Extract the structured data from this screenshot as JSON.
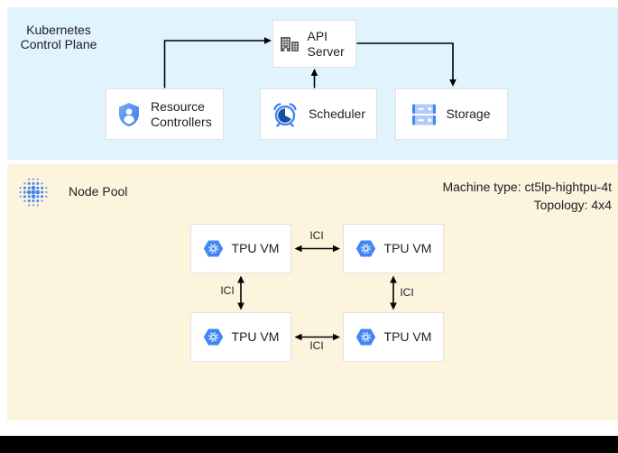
{
  "control_plane": {
    "title": "Kubernetes Control Plane",
    "nodes": [
      {
        "id": "api-server",
        "label": "API Server",
        "icon": "building-icon"
      },
      {
        "id": "resource-controllers",
        "label": "Resource Controllers",
        "icon": "shield-user-icon"
      },
      {
        "id": "scheduler",
        "label": "Scheduler",
        "icon": "alarm-clock-icon"
      },
      {
        "id": "storage",
        "label": "Storage",
        "icon": "server-rack-icon"
      }
    ],
    "edges": [
      {
        "from": "resource-controllers",
        "to": "api-server"
      },
      {
        "from": "scheduler",
        "to": "api-server"
      },
      {
        "from": "api-server",
        "to": "storage"
      }
    ]
  },
  "node_pool": {
    "title": "Node Pool",
    "machine_type_line": "Machine type: ct5lp-hightpu-4t",
    "topology_line": "Topology: 4x4",
    "vms": [
      {
        "label": "TPU VM"
      },
      {
        "label": "TPU VM"
      },
      {
        "label": "TPU VM"
      },
      {
        "label": "TPU VM"
      }
    ],
    "interconnect_labels": [
      {
        "label": "ICI",
        "position": "top"
      },
      {
        "label": "ICI",
        "position": "left"
      },
      {
        "label": "ICI",
        "position": "right"
      },
      {
        "label": "ICI",
        "position": "bottom"
      }
    ],
    "links": [
      {
        "between": [
          "tpu-vm-1",
          "tpu-vm-2"
        ],
        "label": "ICI",
        "bidirectional": true
      },
      {
        "between": [
          "tpu-vm-1",
          "tpu-vm-3"
        ],
        "label": "ICI",
        "bidirectional": true
      },
      {
        "between": [
          "tpu-vm-2",
          "tpu-vm-4"
        ],
        "label": "ICI",
        "bidirectional": true
      },
      {
        "between": [
          "tpu-vm-3",
          "tpu-vm-4"
        ],
        "label": "ICI",
        "bidirectional": true
      }
    ]
  },
  "colors": {
    "control_plane_bg": "#e1f3fd",
    "node_pool_bg": "#fcf4dd",
    "google_blue": "#4285f4",
    "light_blue": "#aecbfa",
    "dark_navy": "#174ea6",
    "icon_gray": "#5f6368",
    "box_border": "#dfe1e5",
    "text": "#202124",
    "arrow": "#000000",
    "bottom_bar": "#000000"
  }
}
